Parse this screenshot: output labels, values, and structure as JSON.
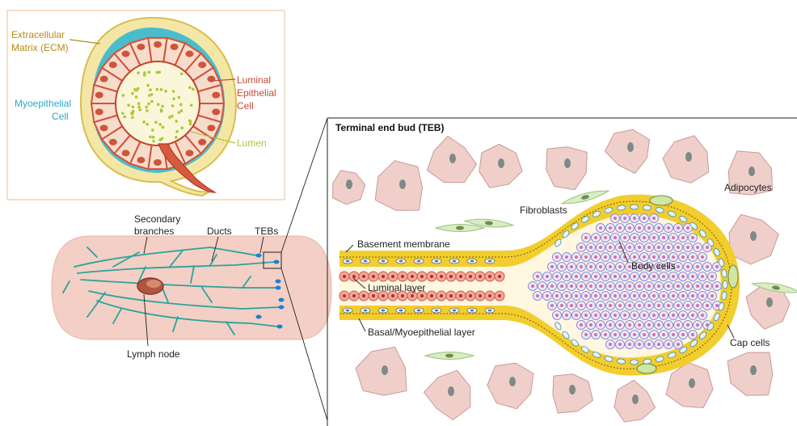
{
  "colors": {
    "ecm": "#c9a23a",
    "luminal": "#d0533a",
    "myoepithelial": "#28b6d3",
    "lumen": "#a7c93a",
    "gland": "#f3cfc5",
    "duct": "#2aa39b",
    "adipocyte": "#f0cfcb",
    "fibroblast": "#d9ecc3",
    "cap_yellow": "#f2cd2e",
    "body_cell": "#b9b6ec"
  },
  "acinus": {
    "ecm_label_line1": "Extracellular",
    "ecm_label_line2": "Matrix (ECM)",
    "luminal_label_line1": "Luminal",
    "luminal_label_line2": "Epithelial",
    "luminal_label_line3": "Cell",
    "myo_label_line1": "Myoepithelial",
    "myo_label_line2": "Cell",
    "lumen_label": "Lumen"
  },
  "gland": {
    "secondary_line1": "Secondary",
    "secondary_line2": "branches",
    "ducts": "Ducts",
    "tebs": "TEBs",
    "lymph_node": "Lymph node"
  },
  "teb": {
    "title": "Terminal end bud (TEB)",
    "fibroblasts": "Fibroblasts",
    "adipocytes": "Adipocytes",
    "basement_membrane": "Basement membrane",
    "luminal_layer": "Luminal layer",
    "body_cells": "Body cells",
    "basal_layer": "Basal/Myoepithelial layer",
    "cap_cells": "Cap cells"
  }
}
